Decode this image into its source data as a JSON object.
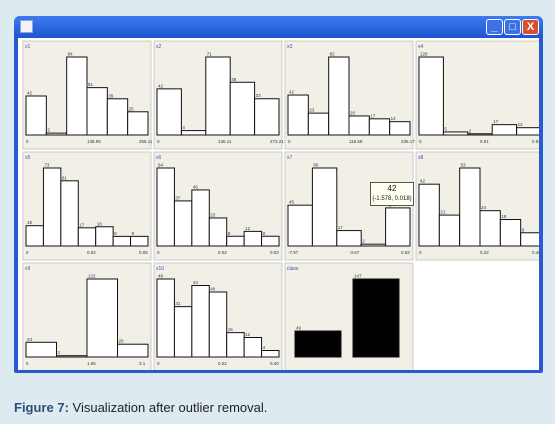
{
  "window": {
    "controls": {
      "minimize": "_",
      "maximize": "□",
      "close": "X"
    }
  },
  "tooltip": {
    "value": "42",
    "range": "(-1.578, 0.018)"
  },
  "caption": {
    "label": "Figure 7:",
    "text": " Visualization after outlier removal."
  },
  "panels": [
    {
      "name": "x1",
      "values": [
        42,
        2,
        84,
        51,
        39,
        25
      ],
      "ticks": [
        "0",
        "138.95",
        "255.11"
      ]
    },
    {
      "name": "x2",
      "values": [
        42,
        4,
        71,
        48,
        33
      ],
      "ticks": [
        "0",
        "136.11",
        "273.21"
      ]
    },
    {
      "name": "x3",
      "values": [
        42,
        23,
        82,
        20,
        17,
        14
      ],
      "ticks": [
        "0",
        "118.59",
        "235.17"
      ]
    },
    {
      "name": "x4",
      "values": [
        128,
        5,
        2,
        17,
        12
      ],
      "ticks": [
        "0",
        "0.01",
        "0.92"
      ]
    },
    {
      "name": "x5",
      "values": [
        19,
        73,
        61,
        17,
        18,
        9,
        9
      ],
      "ticks": [
        "0",
        "0.02",
        "0.05"
      ]
    },
    {
      "name": "x6",
      "values": [
        64,
        37,
        46,
        23,
        8,
        12,
        8
      ],
      "ticks": [
        "0",
        "0.02",
        "0.03"
      ]
    },
    {
      "name": "x7",
      "values": [
        45,
        86,
        17,
        2,
        42
      ],
      "ticks": [
        "-7.97",
        "-3.67",
        "0.62"
      ]
    },
    {
      "name": "x8",
      "values": [
        42,
        21,
        53,
        24,
        18,
        9
      ],
      "ticks": [
        "0",
        "0.22",
        "0.40"
      ]
    },
    {
      "name": "x9",
      "values": [
        23,
        2,
        122,
        20
      ],
      "ticks": [
        "0",
        "1.55",
        "3.1"
      ]
    },
    {
      "name": "x10",
      "values": [
        48,
        31,
        44,
        40,
        15,
        12,
        4
      ],
      "ticks": [
        "0",
        "0.22",
        "0.40"
      ]
    },
    {
      "name": "class",
      "values": [
        49,
        147
      ],
      "ticks": [],
      "black": true
    }
  ]
}
